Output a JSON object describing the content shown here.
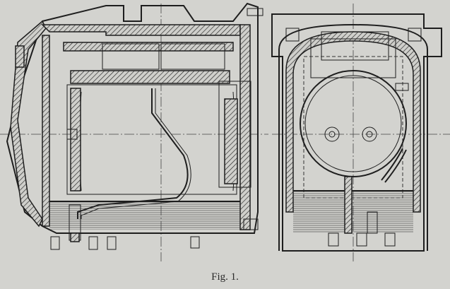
{
  "figure": {
    "caption": "Fig. 1.",
    "views": [
      "side-section",
      "end-section"
    ]
  }
}
